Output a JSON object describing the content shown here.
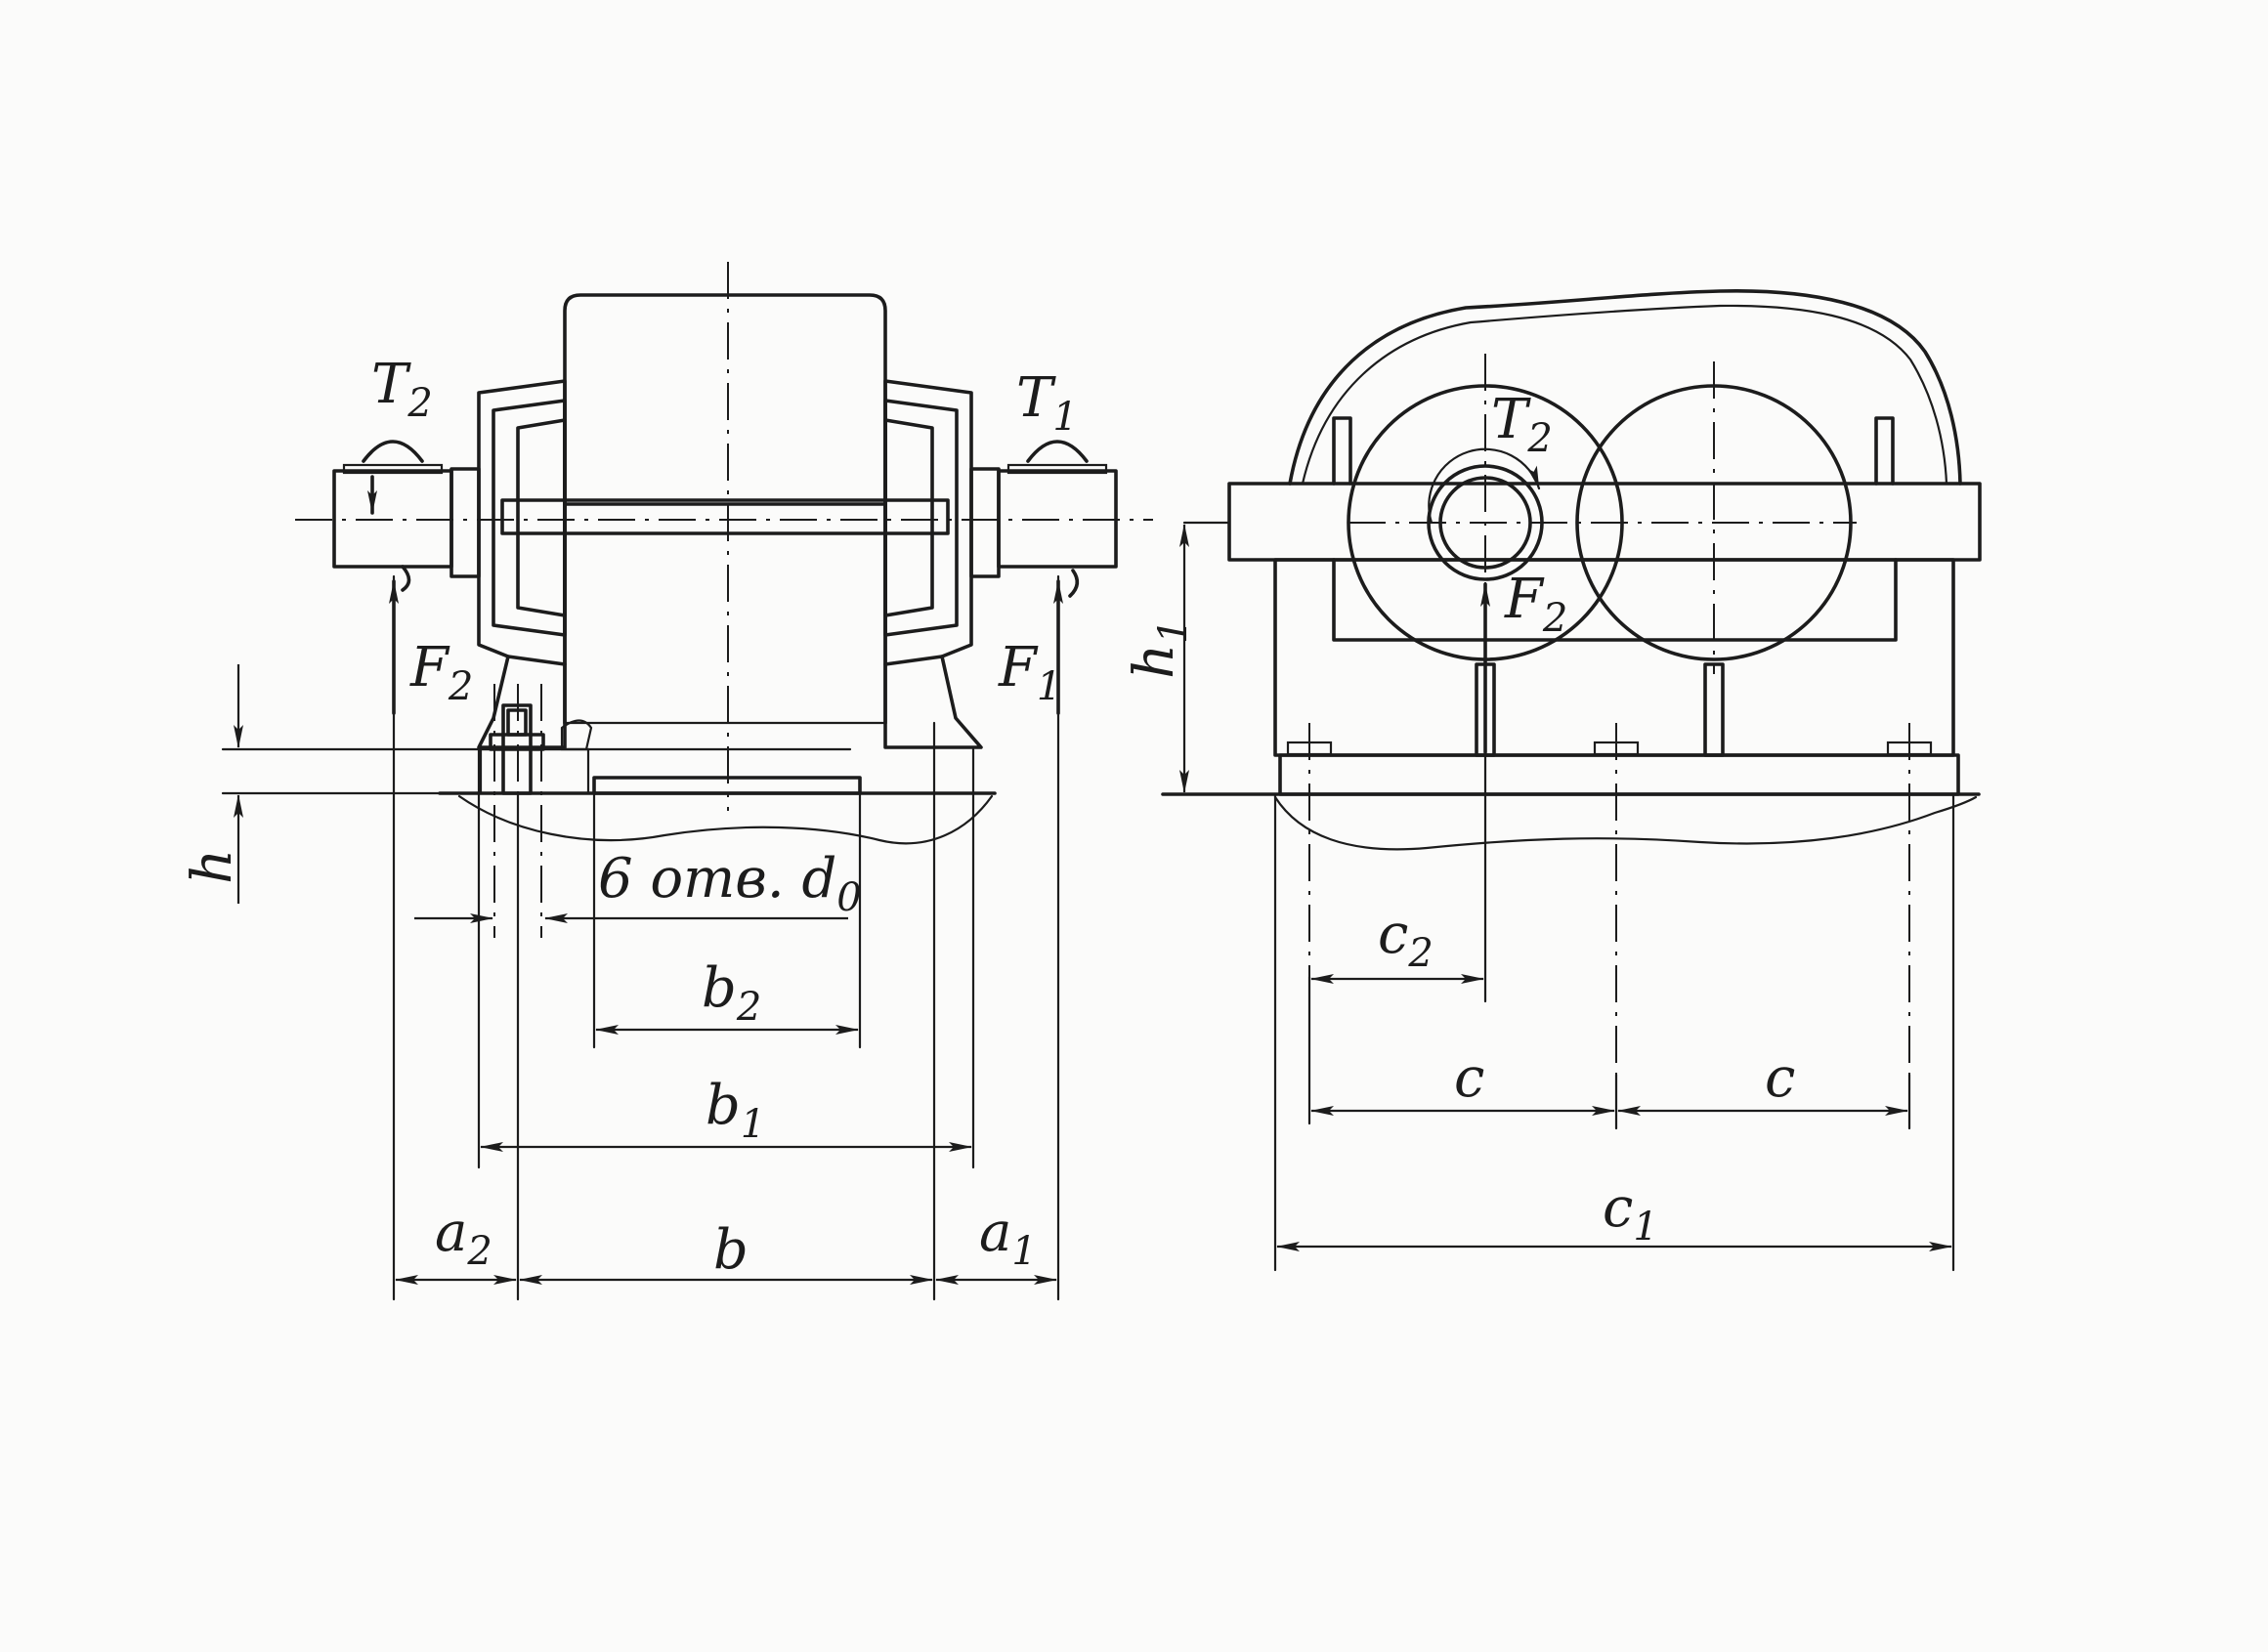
{
  "labels": {
    "T2_left": {
      "main": "T",
      "sub": "2"
    },
    "T1": {
      "main": "T",
      "sub": "1"
    },
    "F2_left": {
      "main": "F",
      "sub": "2"
    },
    "F1": {
      "main": "F",
      "sub": "1"
    },
    "h": {
      "main": "h",
      "sub": ""
    },
    "holes": {
      "main": "6 отв. d",
      "sub": "0"
    },
    "b2": {
      "main": "b",
      "sub": "2"
    },
    "b1": {
      "main": "b",
      "sub": "1"
    },
    "b": {
      "main": "b",
      "sub": ""
    },
    "a2": {
      "main": "a",
      "sub": "2"
    },
    "a1": {
      "main": "a",
      "sub": "1"
    },
    "h1": {
      "main": "h",
      "sub": "1"
    },
    "T2_right": {
      "main": "T",
      "sub": "2"
    },
    "F2_right": {
      "main": "F",
      "sub": "2"
    },
    "c2": {
      "main": "c",
      "sub": "2"
    },
    "c_left": {
      "main": "c",
      "sub": ""
    },
    "c_right": {
      "main": "c",
      "sub": ""
    },
    "c1": {
      "main": "c",
      "sub": "1"
    }
  }
}
